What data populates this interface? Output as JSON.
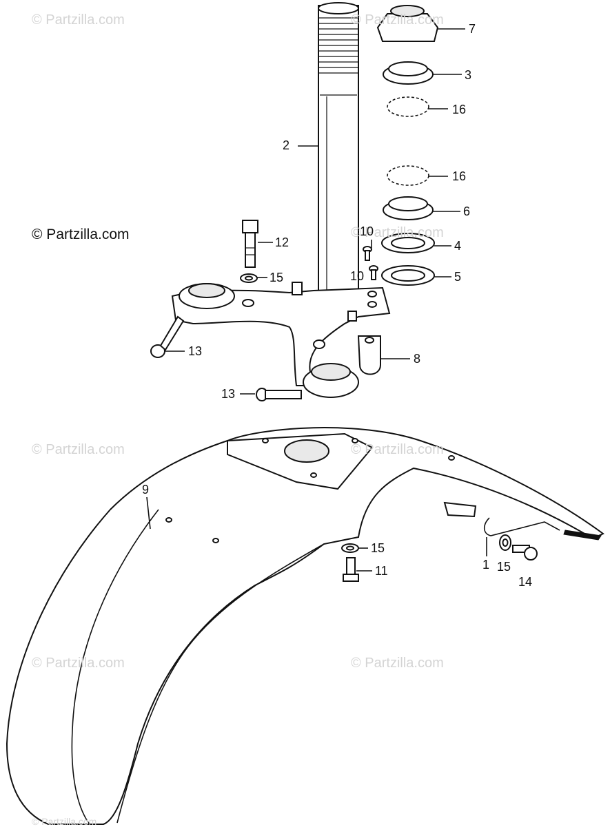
{
  "watermarks": [
    "© Partzilla.com",
    "© Partzilla.com",
    "© Partzilla.com",
    "© Partzilla.com",
    "© Partzilla.com",
    "© Partzilla.com",
    "© Partzilla.com",
    "© Partzilla.com"
  ],
  "copyright": "© Partzilla.com",
  "callouts": {
    "c7": "7",
    "c3": "3",
    "c16a": "16",
    "c2": "2",
    "c16b": "16",
    "c6": "6",
    "c12": "12",
    "c10a": "10",
    "c4": "4",
    "c15a": "15",
    "c10b": "10",
    "c5": "5",
    "c13a": "13",
    "c8": "8",
    "c13b": "13",
    "c9": "9",
    "c15b": "15",
    "c11": "11",
    "c1": "1",
    "c15c": "15",
    "c14": "14"
  }
}
